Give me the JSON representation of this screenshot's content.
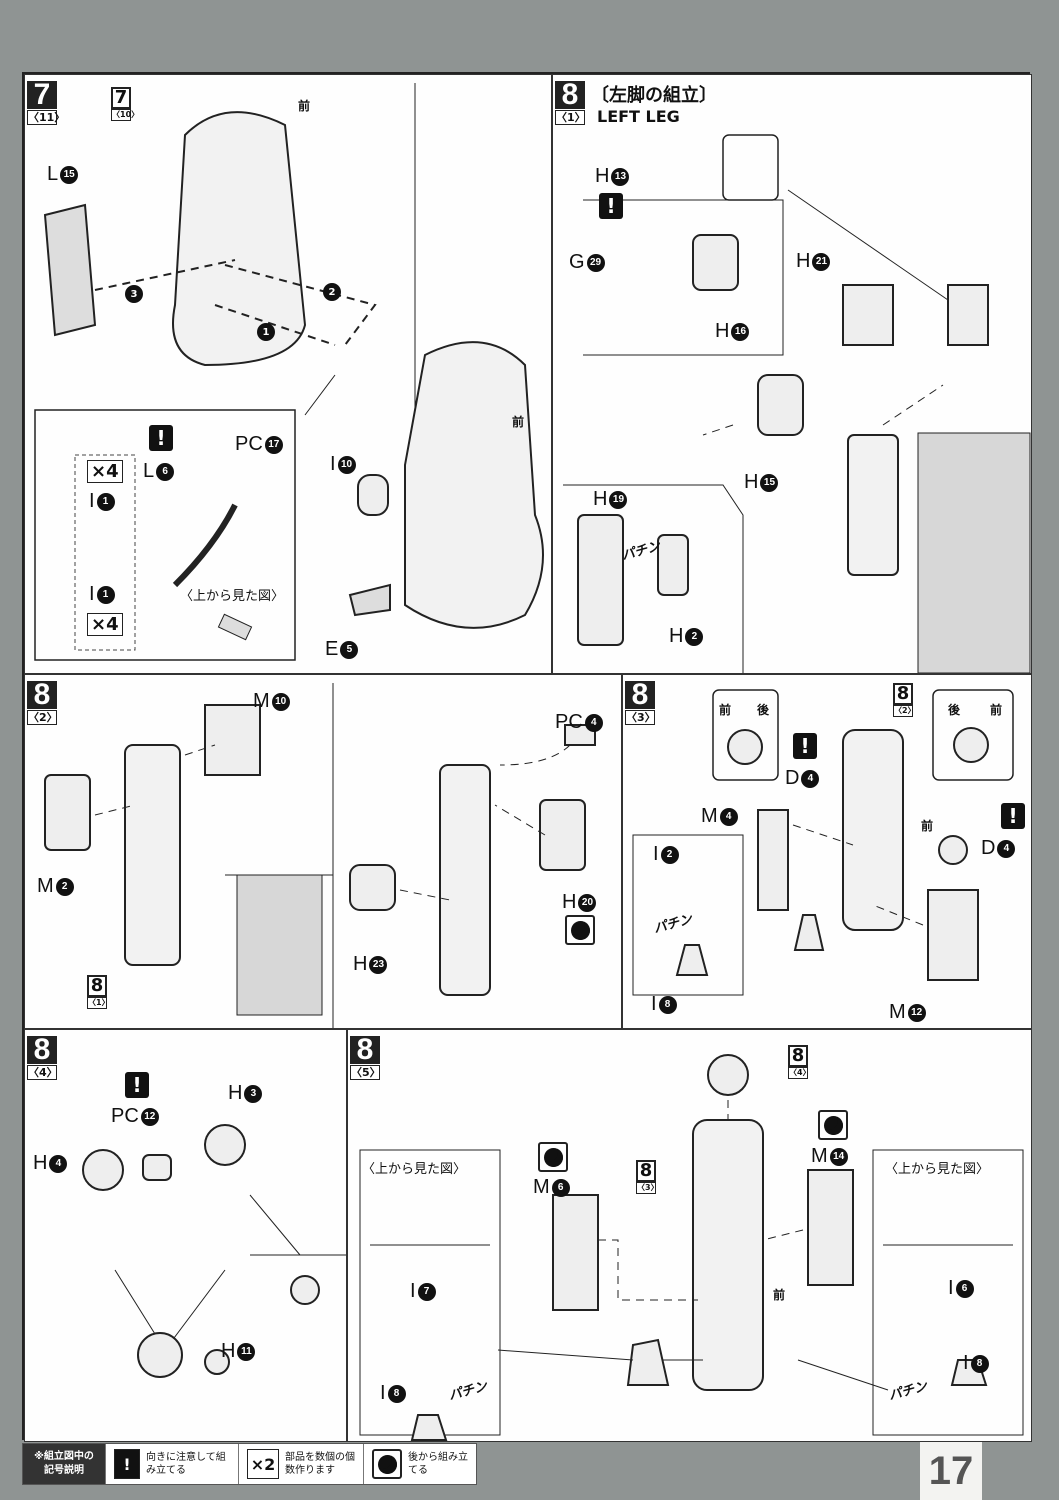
{
  "step7": {
    "num": "7",
    "sub": "〈11〉",
    "ref": {
      "n": "7",
      "s": "〈10〉"
    },
    "parts": [
      {
        "p": "L",
        "n": "15"
      },
      {
        "p": "I",
        "n": "10"
      },
      {
        "p": "E",
        "n": "5"
      },
      {
        "p": "L",
        "n": "6"
      },
      {
        "p": "PC",
        "n": "17"
      },
      {
        "p": "I",
        "n": "1"
      },
      {
        "p": "I",
        "n": "1"
      }
    ],
    "order": [
      "3",
      "2",
      "1"
    ],
    "front": "前",
    "front2": "前",
    "mult": "×4",
    "mult2": "×4",
    "warn": "!",
    "topview": "〈上から見た図〉"
  },
  "step8_1": {
    "num": "8",
    "sub": "〈1〉",
    "title_jp": "〔左脚の組立〕",
    "title_en": "LEFT LEG",
    "parts": [
      {
        "p": "H",
        "n": "13"
      },
      {
        "p": "G",
        "n": "29"
      },
      {
        "p": "H",
        "n": "16"
      },
      {
        "p": "H",
        "n": "21"
      },
      {
        "p": "H",
        "n": "15"
      },
      {
        "p": "H",
        "n": "19"
      },
      {
        "p": "H",
        "n": "2"
      }
    ],
    "warn": "!",
    "pachin": "パチン"
  },
  "step8_2": {
    "num": "8",
    "sub": "〈2〉",
    "ref": {
      "n": "8",
      "s": "〈1〉"
    },
    "parts": [
      {
        "p": "M",
        "n": "10"
      },
      {
        "p": "M",
        "n": "2"
      },
      {
        "p": "PC",
        "n": "4"
      },
      {
        "p": "H",
        "n": "20"
      },
      {
        "p": "H",
        "n": "23"
      }
    ]
  },
  "step8_3": {
    "num": "8",
    "sub": "〈3〉",
    "ref": {
      "n": "8",
      "s": "〈2〉"
    },
    "parts": [
      {
        "p": "D",
        "n": "4"
      },
      {
        "p": "D",
        "n": "4"
      },
      {
        "p": "M",
        "n": "4"
      },
      {
        "p": "I",
        "n": "2"
      },
      {
        "p": "I",
        "n": "8"
      },
      {
        "p": "M",
        "n": "12"
      }
    ],
    "dial1": {
      "a": "前",
      "b": "後"
    },
    "dial2": {
      "a": "後",
      "b": "前"
    },
    "front": "前",
    "warn": "!",
    "pachin": "パチン"
  },
  "step8_4": {
    "num": "8",
    "sub": "〈4〉",
    "parts": [
      {
        "p": "PC",
        "n": "12"
      },
      {
        "p": "H",
        "n": "3"
      },
      {
        "p": "H",
        "n": "4"
      },
      {
        "p": "H",
        "n": "11"
      }
    ],
    "warn": "!"
  },
  "step8_5": {
    "num": "8",
    "sub": "〈5〉",
    "ref_top": {
      "n": "8",
      "s": "〈4〉"
    },
    "ref_mid": {
      "n": "8",
      "s": "〈3〉"
    },
    "parts": [
      {
        "p": "M",
        "n": "6"
      },
      {
        "p": "M",
        "n": "14"
      },
      {
        "p": "I",
        "n": "7"
      },
      {
        "p": "I",
        "n": "8"
      },
      {
        "p": "I",
        "n": "6"
      },
      {
        "p": "I",
        "n": "8"
      }
    ],
    "topview": "〈上から見た図〉",
    "topview2": "〈上から見た図〉",
    "front": "前",
    "pachin": "パチン",
    "pachin2": "パチン"
  },
  "legend": {
    "head": "※組立図中の記号説明",
    "warn_icon": "!",
    "warn_text": "向きに注意して組み立てる",
    "mult_icon": "×2",
    "mult_text": "部品を数個の個数作ります",
    "back_text": "後から組み立てる"
  },
  "page_number": "17"
}
